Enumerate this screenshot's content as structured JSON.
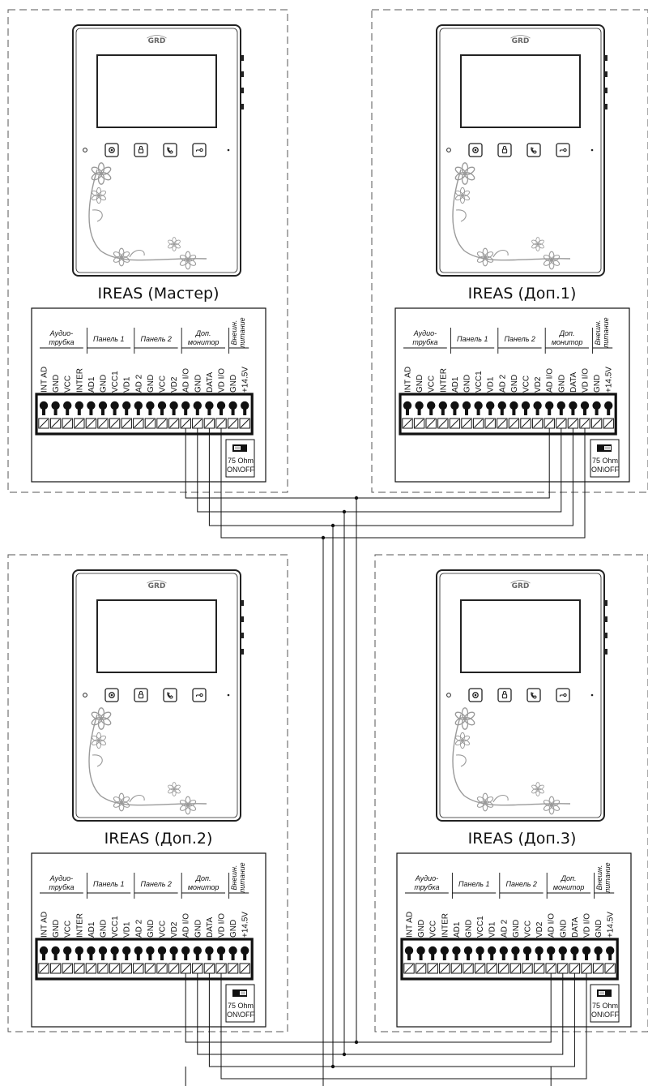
{
  "brand": "GRD",
  "units": [
    {
      "id": "master",
      "title": "IREAS (Мастер)",
      "switch_state": "off"
    },
    {
      "id": "dop1",
      "title": "IREAS (Доп.1)",
      "switch_state": "on"
    },
    {
      "id": "dop2",
      "title": "IREAS (Доп.2)",
      "switch_state": "on"
    },
    {
      "id": "dop3",
      "title": "IREAS (Доп.3)",
      "switch_state": "off"
    }
  ],
  "terminal_groups": [
    {
      "id": "audio",
      "line1": "Аудио-",
      "line2": "трубка"
    },
    {
      "id": "panel1",
      "line1": "Панель 1",
      "line2": ""
    },
    {
      "id": "panel2",
      "line1": "Панель 2",
      "line2": ""
    },
    {
      "id": "dop-monitor",
      "line1": "Доп.",
      "line2": "монитор"
    },
    {
      "id": "power",
      "line1": "Внешн.",
      "line2": "питание"
    }
  ],
  "terminals": [
    "INT AD",
    "GND",
    "VCC",
    "INTER",
    "AD1",
    "GND",
    "VCC1",
    "VD1",
    "AD 2",
    "GND",
    "VCC",
    "VD2",
    "AD I/O",
    "GND",
    "DATA",
    "VD I/O",
    "GND",
    "+14.5V"
  ],
  "switch_label_1": "75 Ohm",
  "switch_label_2": "ON\\OFF",
  "bus_terminal_indices": [
    12,
    13,
    14,
    15
  ],
  "colors": {
    "line": "#111111",
    "panel_line": "#333333",
    "monitor": "#222222",
    "flower": "#9a9a9a",
    "dash": "#555555",
    "background": "#ffffff"
  },
  "button_icons": [
    "monitor-view-icon",
    "lock-icon",
    "phone-icon",
    "key-icon"
  ]
}
